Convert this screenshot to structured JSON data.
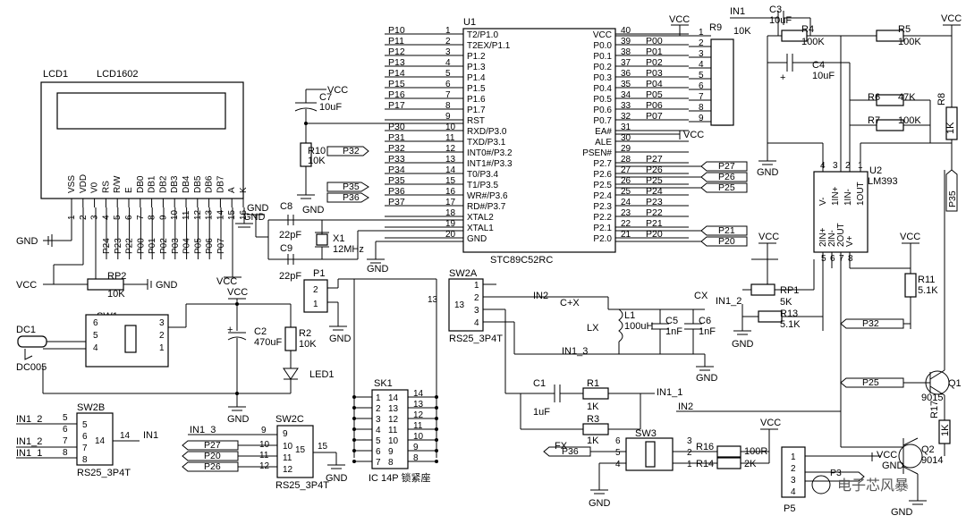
{
  "u1": {
    "ref": "U1",
    "part": "STC89C52RC",
    "left_pins": [
      {
        "n": "1",
        "name": "T2/P1.0",
        "net": "P10"
      },
      {
        "n": "2",
        "name": "T2EX/P1.1",
        "net": "P11"
      },
      {
        "n": "3",
        "name": "P1.2",
        "net": "P12"
      },
      {
        "n": "4",
        "name": "P1.3",
        "net": "P13"
      },
      {
        "n": "5",
        "name": "P1.4",
        "net": "P14"
      },
      {
        "n": "6",
        "name": "P1.5",
        "net": "P15"
      },
      {
        "n": "7",
        "name": "P1.6",
        "net": "P16"
      },
      {
        "n": "8",
        "name": "P1.7",
        "net": "P17"
      },
      {
        "n": "9",
        "name": "RST",
        "net": ""
      },
      {
        "n": "10",
        "name": "RXD/P3.0",
        "net": "P30"
      },
      {
        "n": "11",
        "name": "TXD/P3.1",
        "net": "P31"
      },
      {
        "n": "12",
        "name": "INT0#/P3.2",
        "net": "P32"
      },
      {
        "n": "13",
        "name": "INT1#/P3.3",
        "net": "P33"
      },
      {
        "n": "14",
        "name": "T0/P3.4",
        "net": "P34"
      },
      {
        "n": "15",
        "name": "T1/P3.5",
        "net": "P35"
      },
      {
        "n": "16",
        "name": "WR#/P3.6",
        "net": "P36"
      },
      {
        "n": "17",
        "name": "RD#/P3.7",
        "net": "P37"
      },
      {
        "n": "18",
        "name": "XTAL2",
        "net": ""
      },
      {
        "n": "19",
        "name": "XTAL1",
        "net": ""
      },
      {
        "n": "20",
        "name": "GND",
        "net": ""
      }
    ],
    "right_pins": [
      {
        "n": "40",
        "name": "VCC",
        "net": ""
      },
      {
        "n": "39",
        "name": "P0.0",
        "net": "P00"
      },
      {
        "n": "38",
        "name": "P0.1",
        "net": "P01"
      },
      {
        "n": "37",
        "name": "P0.2",
        "net": "P02"
      },
      {
        "n": "36",
        "name": "P0.3",
        "net": "P03"
      },
      {
        "n": "35",
        "name": "P0.4",
        "net": "P04"
      },
      {
        "n": "34",
        "name": "P0.5",
        "net": "P05"
      },
      {
        "n": "33",
        "name": "P0.6",
        "net": "P06"
      },
      {
        "n": "32",
        "name": "P0.7",
        "net": "P07"
      },
      {
        "n": "31",
        "name": "EA#",
        "net": ""
      },
      {
        "n": "30",
        "name": "ALE",
        "net": ""
      },
      {
        "n": "29",
        "name": "PSEN#",
        "net": ""
      },
      {
        "n": "28",
        "name": "P2.7",
        "net": "P27"
      },
      {
        "n": "27",
        "name": "P2.6",
        "net": "P26"
      },
      {
        "n": "26",
        "name": "P2.5",
        "net": "P25"
      },
      {
        "n": "25",
        "name": "P2.4",
        "net": "P24"
      },
      {
        "n": "24",
        "name": "P2.3",
        "net": "P23"
      },
      {
        "n": "23",
        "name": "P2.2",
        "net": "P22"
      },
      {
        "n": "22",
        "name": "P2.1",
        "net": "P21"
      },
      {
        "n": "21",
        "name": "P2.0",
        "net": "P20"
      }
    ],
    "ports_left": [
      "P32",
      "P35",
      "P36"
    ],
    "ports_right": [
      "P27",
      "P26",
      "P25",
      "P21",
      "P20"
    ]
  },
  "r9": {
    "ref": "R9",
    "value": "10K",
    "pins": [
      "1",
      "2",
      "3",
      "4",
      "5",
      "6",
      "7",
      "8",
      "9"
    ]
  },
  "lcd": {
    "ref": "LCD1",
    "part": "LCD1602",
    "pins": [
      {
        "n": "1",
        "name": "VSS"
      },
      {
        "n": "2",
        "name": "VDD"
      },
      {
        "n": "3",
        "name": "V0"
      },
      {
        "n": "4",
        "name": "RS"
      },
      {
        "n": "5",
        "name": "R/W"
      },
      {
        "n": "6",
        "name": "E"
      },
      {
        "n": "7",
        "name": "DB0"
      },
      {
        "n": "8",
        "name": "DB1"
      },
      {
        "n": "9",
        "name": "DB2"
      },
      {
        "n": "10",
        "name": "DB3"
      },
      {
        "n": "11",
        "name": "DB4"
      },
      {
        "n": "12",
        "name": "DB5"
      },
      {
        "n": "13",
        "name": "DB6"
      },
      {
        "n": "14",
        "name": "DB7"
      },
      {
        "n": "15",
        "name": "A"
      },
      {
        "n": "16",
        "name": "K"
      }
    ],
    "bus": [
      "P24",
      "P23",
      "P22",
      "P00",
      "P01",
      "P02",
      "P03",
      "P04",
      "P05",
      "P06",
      "P07"
    ]
  },
  "labels": {
    "vcc": "VCC",
    "gnd": "GND",
    "c7": "C7",
    "c7v": "10uF",
    "r10": "R10",
    "r10v": "10K",
    "c8": "C8",
    "c8v": "22pF",
    "c9": "C9",
    "c9v": "22pF",
    "x1": "X1",
    "x1v": "12MHz",
    "rp2": "RP2",
    "rp2v": "10K",
    "p1": "P1",
    "p1a": "2",
    "p1b": "1",
    "dc1": "DC1",
    "dc005": "DC005",
    "sw1": "SW1",
    "sw1_pins": [
      "6",
      "5",
      "4",
      "3",
      "2",
      "1"
    ],
    "c2": "C2",
    "c2v": "470uF",
    "r2": "R2",
    "r2v": "10K",
    "led1": "LED1",
    "sw2a": "SW2A",
    "sw2a_part": "RS25_3P4T",
    "sw2a_pins": [
      "1",
      "2",
      "3",
      "4",
      "13"
    ],
    "sw2b": "SW2B",
    "sw2b_part": "RS25_3P4T",
    "sw2b_pins": [
      "5",
      "6",
      "7",
      "8",
      "14"
    ],
    "sw2c": "SW2C",
    "sw2c_part": "RS25_3P4T",
    "sw2c_pins": [
      "9",
      "10",
      "11",
      "12",
      "15"
    ],
    "sk1": "SK1",
    "sk1_part": "IC 14P 锁紧座",
    "sk1_left": [
      "1",
      "2",
      "3",
      "4",
      "5",
      "6",
      "7"
    ],
    "sk1_right": [
      "14",
      "13",
      "12",
      "11",
      "10",
      "9",
      "8"
    ],
    "in1": "IN1",
    "in2": "IN2",
    "in1_1": "IN1_1",
    "in1_2": "IN1_2",
    "in1_3": "IN1_3",
    "cpx": "C+X",
    "lx": "LX",
    "cx": "CX",
    "fx": "FX",
    "l1": "L1",
    "l1v": "100uH",
    "c5": "C5",
    "c5v": "1nF",
    "c6": "C6",
    "c6v": "1nF",
    "c1": "C1",
    "c1v": "1uF",
    "r1": "R1",
    "r1v": "1K",
    "r3": "R3",
    "r3v": "1K",
    "sw3": "SW3",
    "sw3_pins": [
      "6",
      "5",
      "4",
      "3",
      "2",
      "1"
    ],
    "r16": "R16",
    "r16v": "100R",
    "r14": "R14",
    "r14v": "2K",
    "c3": "C3",
    "c3v": "10uF",
    "c4": "C4",
    "c4v": "10uF",
    "r4": "R4",
    "r4v": "100K",
    "r5": "R5",
    "r5v": "100K",
    "r6": "R6",
    "r6v": "47K",
    "r7": "R7",
    "r7v": "100K",
    "r8": "R8",
    "r8v": "1K",
    "u2": "U2",
    "u2_part": "LM393",
    "u2_top": [
      "V-",
      "1IN+",
      "1IN-",
      "1OUT"
    ],
    "u2_bot": [
      "2IN+",
      "2IN-",
      "2OUT",
      "V+"
    ],
    "u2_top_n": [
      "4",
      "3",
      "2",
      "1"
    ],
    "u2_bot_n": [
      "5",
      "6",
      "7",
      "8"
    ],
    "rp1": "RP1",
    "rp1v": "5K",
    "r13": "R13",
    "r13v": "5.1K",
    "r11": "R11",
    "r11v": "5.1K",
    "q1": "Q1",
    "q1v": "9015",
    "r17": "R17",
    "r17v": "1K",
    "q2": "Q2",
    "q2v": "9014",
    "p5": "P5",
    "p5_pins": [
      "1",
      "2",
      "3",
      "4"
    ],
    "p32": "P32",
    "p25": "P25",
    "p35": "P35",
    "p36": "P36",
    "p27": "P27",
    "p20": "P20",
    "p26": "P26",
    "p31": "P3",
    "watermark": "电子芯风暴"
  }
}
